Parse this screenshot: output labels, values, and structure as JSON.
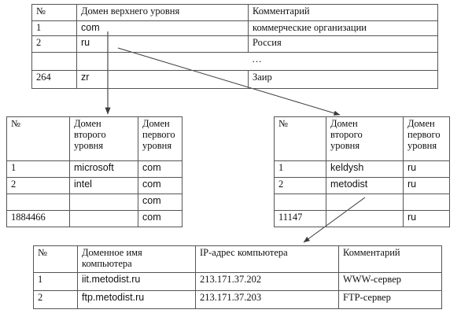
{
  "figure": {
    "kind": "dns-database-tables-diagram",
    "background": "#ffffff",
    "line_color": "#444444"
  },
  "top_level_table": {
    "name": "top-level-domain-table",
    "columns": [
      "№",
      "Домен верхнего уровня",
      "Комментарий"
    ],
    "rows": [
      {
        "no": "1",
        "domain": "com",
        "comment": "коммерческие организации"
      },
      {
        "no": "2",
        "domain": "ru",
        "comment": "Россия"
      },
      {
        "no": "",
        "domain": "",
        "comment": "",
        "ellipsis": "..."
      },
      {
        "no": "264",
        "domain": "zr",
        "comment": "Заир"
      }
    ]
  },
  "second_level_com_table": {
    "name": "second-level-com-table",
    "columns": [
      "№",
      "Домен\nвторого\nуровня",
      "Домен\nпервого\nуровня"
    ],
    "rows": [
      {
        "no": "1",
        "second": "microsoft",
        "first": "com"
      },
      {
        "no": "2",
        "second": "intel",
        "first": "com"
      },
      {
        "no": "",
        "second": "",
        "first": "com"
      },
      {
        "no": "1884466",
        "second": "",
        "first": "com"
      }
    ]
  },
  "second_level_ru_table": {
    "name": "second-level-ru-table",
    "columns": [
      "№",
      "Домен\nвторого\nуровня",
      "Домен\nпервого\nуровня"
    ],
    "rows": [
      {
        "no": "1",
        "second": "keldysh",
        "first": "ru"
      },
      {
        "no": "2",
        "second": "metodist",
        "first": "ru"
      },
      {
        "no": "",
        "second": "",
        "first": ""
      },
      {
        "no": "11147",
        "second": "",
        "first": "ru"
      }
    ]
  },
  "hosts_table": {
    "name": "host-names-table",
    "columns": [
      "№",
      "Доменное имя\nкомпьютера",
      "IP-адрес компьютера",
      "Комментарий"
    ],
    "rows": [
      {
        "no": "1",
        "host": "iit.metodist.ru",
        "ip": "213.171.37.202",
        "comment": "WWW-сервер"
      },
      {
        "no": "2",
        "host": "ftp.metodist.ru",
        "ip": "213.171.37.203",
        "comment": "FTP-сервер"
      }
    ]
  },
  "connectors": [
    {
      "name": "com-to-second-level-com-arrow",
      "from": "top.row1.com",
      "to": "second-level-com-table"
    },
    {
      "name": "ru-to-second-level-ru-arrow",
      "from": "top.row2.ru",
      "to": "second-level-ru-table"
    },
    {
      "name": "metodist-to-hosts-arrow",
      "from": "second-level-ru.row2.metodist",
      "to": "host-names-table"
    }
  ]
}
